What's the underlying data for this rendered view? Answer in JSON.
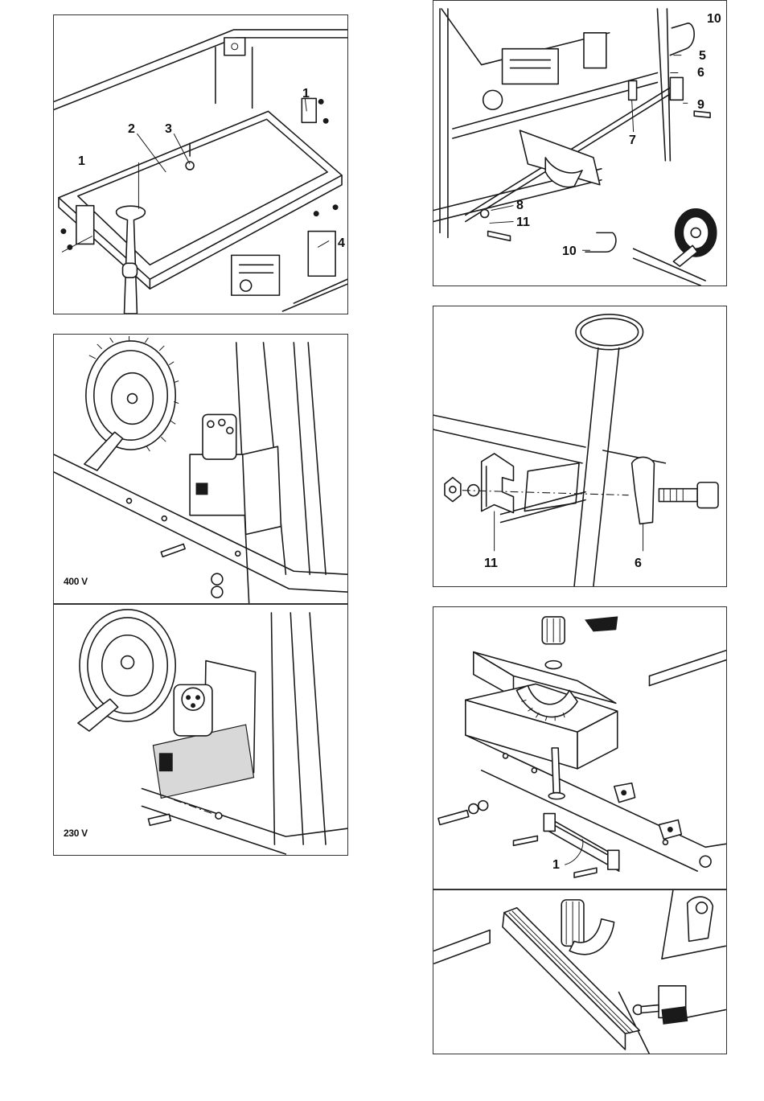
{
  "panels": {
    "table_top": {
      "callouts": [
        "1",
        "2",
        "3",
        "1",
        "4"
      ]
    },
    "switch_400v": {
      "voltage_label": "400 V"
    },
    "switch_230v": {
      "voltage_label": "230 V"
    },
    "stand_bracing": {
      "callouts": [
        "10",
        "5",
        "6",
        "9",
        "7",
        "8",
        "11",
        "10"
      ]
    },
    "bracket_detail": {
      "callouts": [
        "11",
        "6"
      ]
    },
    "mitre_guide": {
      "callouts": [
        "1"
      ]
    },
    "mitre_fence": {
      "callouts": []
    }
  }
}
